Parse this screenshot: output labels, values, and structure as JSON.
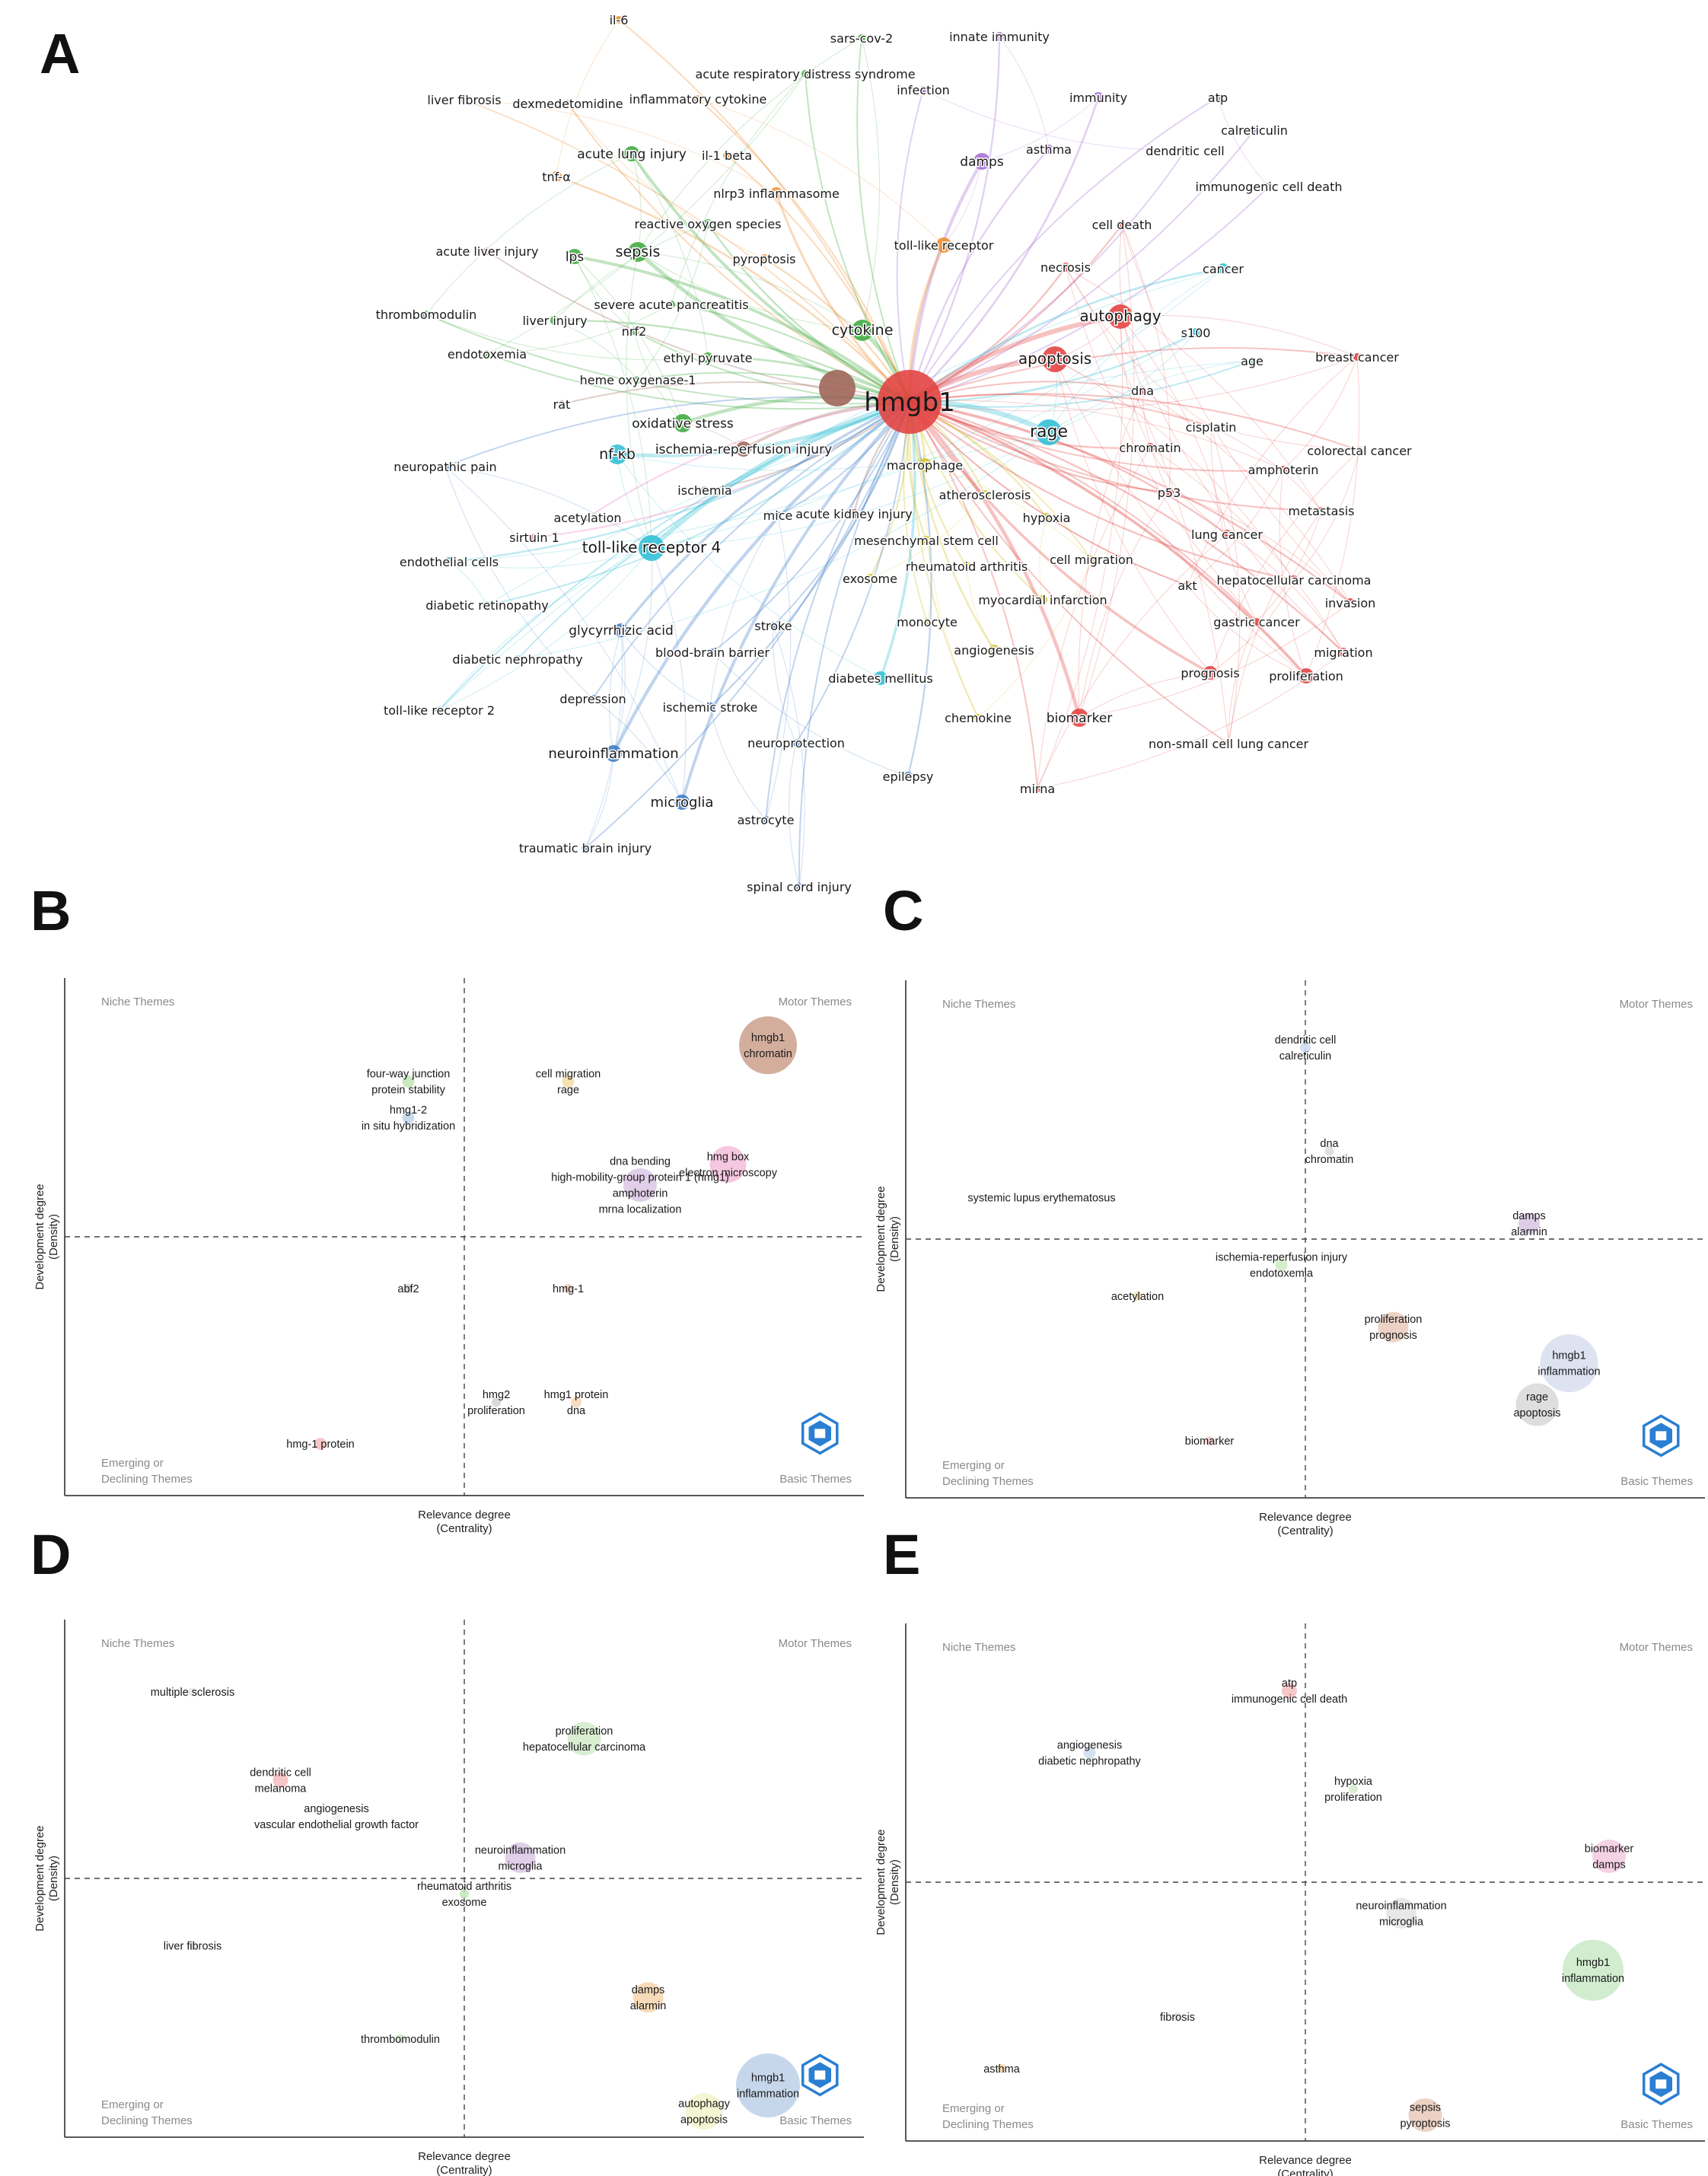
{
  "panel_labels": {
    "a": "A",
    "b": "B",
    "c": "C",
    "d": "D",
    "e": "E"
  },
  "network": {
    "hub": "hmgb1",
    "clusters": {
      "red": "#e2413f",
      "green": "#3daa3f",
      "orange": "#ef8b2e",
      "purple": "#a66dd4",
      "cyan": "#2fbfd5",
      "blue": "#3b7ac6",
      "yellow": "#d4c42a",
      "brown": "#a0665a",
      "pink": "#e86fbf"
    },
    "nodes": [
      {
        "id": "hmgb1",
        "label": "hmgb1",
        "c": "red",
        "size": 42
      },
      {
        "id": "il6",
        "label": "il-6",
        "c": "orange",
        "size": 5
      },
      {
        "id": "sarscov2",
        "label": "sars-cov-2",
        "c": "green",
        "size": 5
      },
      {
        "id": "innate",
        "label": "innate immunity",
        "c": "purple",
        "size": 6
      },
      {
        "id": "ards",
        "label": "acute respiratory distress syndrome",
        "c": "green",
        "size": 5
      },
      {
        "id": "liverfib",
        "label": "liver fibrosis",
        "c": "orange",
        "size": 4
      },
      {
        "id": "dexmed",
        "label": "dexmedetomidine",
        "c": "orange",
        "size": 5
      },
      {
        "id": "inflcyto",
        "label": "inflammatory cytokine",
        "c": "orange",
        "size": 5
      },
      {
        "id": "infection",
        "label": "infection",
        "c": "purple",
        "size": 5
      },
      {
        "id": "immunity",
        "label": "immunity",
        "c": "purple",
        "size": 7
      },
      {
        "id": "atp",
        "label": "atp",
        "c": "purple",
        "size": 5
      },
      {
        "id": "calret",
        "label": "calreticulin",
        "c": "purple",
        "size": 5
      },
      {
        "id": "ali",
        "label": "acute lung injury",
        "c": "green",
        "size": 10
      },
      {
        "id": "il1b",
        "label": "il-1 beta",
        "c": "orange",
        "size": 5
      },
      {
        "id": "asthma",
        "label": "asthma",
        "c": "purple",
        "size": 6
      },
      {
        "id": "dc",
        "label": "dendritic cell",
        "c": "purple",
        "size": 5
      },
      {
        "id": "damps",
        "label": "damps",
        "c": "purple",
        "size": 11
      },
      {
        "id": "tnfa",
        "label": "tnf-α",
        "c": "orange",
        "size": 7
      },
      {
        "id": "nlrp3",
        "label": "nlrp3 inflammasome",
        "c": "orange",
        "size": 8
      },
      {
        "id": "icd",
        "label": "immunogenic cell death",
        "c": "purple",
        "size": 5
      },
      {
        "id": "ros",
        "label": "reactive oxygen species",
        "c": "green",
        "size": 6
      },
      {
        "id": "celldeath",
        "label": "cell death",
        "c": "red",
        "size": 5
      },
      {
        "id": "acuteliver",
        "label": "acute liver injury",
        "c": "brown",
        "size": 5
      },
      {
        "id": "lps",
        "label": "lps",
        "c": "green",
        "size": 10
      },
      {
        "id": "sepsis",
        "label": "sepsis",
        "c": "green",
        "size": 13
      },
      {
        "id": "pyroptosis",
        "label": "pyroptosis",
        "c": "orange",
        "size": 6
      },
      {
        "id": "tlr",
        "label": "toll-like receptor",
        "c": "orange",
        "size": 10
      },
      {
        "id": "necrosis",
        "label": "necrosis",
        "c": "red",
        "size": 6
      },
      {
        "id": "cancer",
        "label": "cancer",
        "c": "cyan",
        "size": 7
      },
      {
        "id": "sap",
        "label": "severe acute pancreatitis",
        "c": "green",
        "size": 5
      },
      {
        "id": "thrombomod",
        "label": "thrombomodulin",
        "c": "green",
        "size": 5
      },
      {
        "id": "liverinj",
        "label": "liver injury",
        "c": "green",
        "size": 6
      },
      {
        "id": "nrf2",
        "label": "nrf2",
        "c": "green",
        "size": 5
      },
      {
        "id": "cytokine",
        "label": "cytokine",
        "c": "green",
        "size": 14
      },
      {
        "id": "autophagy",
        "label": "autophagy",
        "c": "red",
        "size": 16
      },
      {
        "id": "s100",
        "label": "s100",
        "c": "cyan",
        "size": 6
      },
      {
        "id": "endotox",
        "label": "endotoxemia",
        "c": "green",
        "size": 5
      },
      {
        "id": "ethylpyr",
        "label": "ethyl pyruvate",
        "c": "green",
        "size": 7
      },
      {
        "id": "apoptosis",
        "label": "apoptosis",
        "c": "red",
        "size": 17
      },
      {
        "id": "age",
        "label": "age",
        "c": "cyan",
        "size": 5
      },
      {
        "id": "breastca",
        "label": "breast cancer",
        "c": "red",
        "size": 5
      },
      {
        "id": "ho1",
        "label": "heme oxygenase-1",
        "c": "green",
        "size": 5
      },
      {
        "id": "dna",
        "label": "dna",
        "c": "red",
        "size": 5
      },
      {
        "id": "rat",
        "label": "rat",
        "c": "brown",
        "size": 5
      },
      {
        "id": "cisplatin",
        "label": "cisplatin",
        "c": "red",
        "size": 5
      },
      {
        "id": "oxstress",
        "label": "oxidative stress",
        "c": "green",
        "size": 12
      },
      {
        "id": "rage",
        "label": "rage",
        "c": "cyan",
        "size": 17
      },
      {
        "id": "chromatin",
        "label": "chromatin",
        "c": "red",
        "size": 6
      },
      {
        "id": "colorectal",
        "label": "colorectal cancer",
        "c": "red",
        "size": 5
      },
      {
        "id": "neuropain",
        "label": "neuropathic pain",
        "c": "blue",
        "size": 5
      },
      {
        "id": "nfkb",
        "label": "nf-κb",
        "c": "cyan",
        "size": 13
      },
      {
        "id": "iri",
        "label": "ischemia-reperfusion injury",
        "c": "brown",
        "size": 10
      },
      {
        "id": "macrophage",
        "label": "macrophage",
        "c": "yellow",
        "size": 9
      },
      {
        "id": "amphoterin",
        "label": "amphoterin",
        "c": "red",
        "size": 5
      },
      {
        "id": "ischemia",
        "label": "ischemia",
        "c": "brown",
        "size": 5
      },
      {
        "id": "p53",
        "label": "p53",
        "c": "red",
        "size": 6
      },
      {
        "id": "athero",
        "label": "atherosclerosis",
        "c": "yellow",
        "size": 6
      },
      {
        "id": "acetylation",
        "label": "acetylation",
        "c": "pink",
        "size": 5
      },
      {
        "id": "mice",
        "label": "mice",
        "c": "blue",
        "size": 5
      },
      {
        "id": "aki",
        "label": "acute kidney injury",
        "c": "brown",
        "size": 6
      },
      {
        "id": "hypoxia",
        "label": "hypoxia",
        "c": "yellow",
        "size": 6
      },
      {
        "id": "metastasis",
        "label": "metastasis",
        "c": "red",
        "size": 5
      },
      {
        "id": "sirtuin1",
        "label": "sirtuin 1",
        "c": "pink",
        "size": 5
      },
      {
        "id": "msc",
        "label": "mesenchymal stem cell",
        "c": "yellow",
        "size": 6
      },
      {
        "id": "lungca",
        "label": "lung cancer",
        "c": "red",
        "size": 6
      },
      {
        "id": "tlr4",
        "label": "toll-like receptor 4",
        "c": "cyan",
        "size": 17
      },
      {
        "id": "endocells",
        "label": "endothelial cells",
        "c": "cyan",
        "size": 6
      },
      {
        "id": "ra",
        "label": "rheumatoid arthritis",
        "c": "yellow",
        "size": 6
      },
      {
        "id": "cellmig",
        "label": "cell migration",
        "c": "yellow",
        "size": 5
      },
      {
        "id": "hcc",
        "label": "hepatocellular carcinoma",
        "c": "red",
        "size": 6
      },
      {
        "id": "exosome",
        "label": "exosome",
        "c": "yellow",
        "size": 6
      },
      {
        "id": "akt",
        "label": "akt",
        "c": "red",
        "size": 5
      },
      {
        "id": "diabret",
        "label": "diabetic retinopathy",
        "c": "cyan",
        "size": 5
      },
      {
        "id": "mi",
        "label": "myocardial infarction",
        "c": "yellow",
        "size": 6
      },
      {
        "id": "invasion",
        "label": "invasion",
        "c": "red",
        "size": 6
      },
      {
        "id": "glycyr",
        "label": "glycyrrhizic acid",
        "c": "blue",
        "size": 9
      },
      {
        "id": "stroke",
        "label": "stroke",
        "c": "blue",
        "size": 5
      },
      {
        "id": "monocyte",
        "label": "monocyte",
        "c": "yellow",
        "size": 5
      },
      {
        "id": "gastric",
        "label": "gastric cancer",
        "c": "red",
        "size": 5
      },
      {
        "id": "diabneph",
        "label": "diabetic nephropathy",
        "c": "cyan",
        "size": 5
      },
      {
        "id": "bbb",
        "label": "blood-brain barrier",
        "c": "blue",
        "size": 5
      },
      {
        "id": "angiogen",
        "label": "angiogenesis",
        "c": "yellow",
        "size": 7
      },
      {
        "id": "migration",
        "label": "migration",
        "c": "red",
        "size": 6
      },
      {
        "id": "prognosis",
        "label": "prognosis",
        "c": "red",
        "size": 9
      },
      {
        "id": "prolif",
        "label": "proliferation",
        "c": "red",
        "size": 10
      },
      {
        "id": "depression",
        "label": "depression",
        "c": "blue",
        "size": 5
      },
      {
        "id": "diabmel",
        "label": "diabetes mellitus",
        "c": "cyan",
        "size": 9
      },
      {
        "id": "tlr2",
        "label": "toll-like receptor 2",
        "c": "cyan",
        "size": 5
      },
      {
        "id": "ischstroke",
        "label": "ischemic stroke",
        "c": "blue",
        "size": 6
      },
      {
        "id": "chemokine",
        "label": "chemokine",
        "c": "yellow",
        "size": 5
      },
      {
        "id": "biomarker",
        "label": "biomarker",
        "c": "red",
        "size": 12
      },
      {
        "id": "neuroinfl",
        "label": "neuroinflammation",
        "c": "blue",
        "size": 11
      },
      {
        "id": "neuroprot",
        "label": "neuroprotection",
        "c": "blue",
        "size": 5
      },
      {
        "id": "nsclc",
        "label": "non-small cell lung cancer",
        "c": "red",
        "size": 5
      },
      {
        "id": "epilepsy",
        "label": "epilepsy",
        "c": "blue",
        "size": 6
      },
      {
        "id": "microglia",
        "label": "microglia",
        "c": "blue",
        "size": 10
      },
      {
        "id": "mirna",
        "label": "mirna",
        "c": "red",
        "size": 5
      },
      {
        "id": "astrocyte",
        "label": "astrocyte",
        "c": "blue",
        "size": 5
      },
      {
        "id": "tbi",
        "label": "traumatic brain injury",
        "c": "blue",
        "size": 5
      },
      {
        "id": "sci",
        "label": "spinal cord injury",
        "c": "blue",
        "size": 5
      }
    ]
  },
  "quadrant_labels": {
    "niche": "Niche Themes",
    "motor": "Motor Themes",
    "emerging_1": "Emerging or",
    "emerging_2": "Declining Themes",
    "basic": "Basic Themes",
    "xlabel_1": "Relevance degree",
    "xlabel_2": "(Centrality)",
    "ylabel_1": "Development degree",
    "ylabel_2": "(Density)"
  },
  "thematic_maps": [
    {
      "panel": "B",
      "themes": [
        {
          "l": [
            "hmgb1",
            "chromatin"
          ],
          "color": "#c99a84",
          "size": 38
        },
        {
          "l": [
            "four-way junction",
            "protein stability"
          ],
          "color": "#bde3b0",
          "size": 8
        },
        {
          "l": [
            "cell migration",
            "rage"
          ],
          "color": "#f3d9a0",
          "size": 8
        },
        {
          "l": [
            "hmg1-2",
            "in situ hybridization"
          ],
          "color": "#bcd3e8",
          "size": 8
        },
        {
          "l": [
            "hmg box",
            "electron microscopy"
          ],
          "color": "#f2b9d8",
          "size": 24
        },
        {
          "l": [
            "dna bending",
            "high-mobility-group protein 1 (hmg1)",
            "amphoterin",
            "mrna localization"
          ],
          "color": "#d9c3e3",
          "size": 22
        },
        {
          "l": [
            "abf2"
          ],
          "color": "#d0d0d0",
          "size": 6
        },
        {
          "l": [
            "hmg-1"
          ],
          "color": "#e8c3b5",
          "size": 6
        },
        {
          "l": [
            "hmg2",
            "proliferation"
          ],
          "color": "#d0d0d0",
          "size": 6
        },
        {
          "l": [
            "hmg1 protein",
            "dna"
          ],
          "color": "#f6d2b2",
          "size": 7
        },
        {
          "l": [
            "hmg-1 protein"
          ],
          "color": "#f5b8b8",
          "size": 8
        }
      ]
    },
    {
      "panel": "C",
      "themes": [
        {
          "l": [
            "dendritic cell",
            "calreticulin"
          ],
          "color": "#c9d9ee",
          "size": 7
        },
        {
          "l": [
            "dna",
            "chromatin"
          ],
          "color": "#d8d8d8",
          "size": 6
        },
        {
          "l": [
            "systemic lupus erythematosus"
          ],
          "color": "#eeeeee",
          "size": 6
        },
        {
          "l": [
            "damps",
            "alarmin"
          ],
          "color": "#d5c0e0",
          "size": 14
        },
        {
          "l": [
            "ischemia-reperfusion injury",
            "endotoxemia"
          ],
          "color": "#c9e8c1",
          "size": 8
        },
        {
          "l": [
            "acetylation"
          ],
          "color": "#f0e2b0",
          "size": 6
        },
        {
          "l": [
            "proliferation",
            "prognosis"
          ],
          "color": "#e7c7b7",
          "size": 20
        },
        {
          "l": [
            "hmgb1",
            "inflammation"
          ],
          "color": "#d5dcee",
          "size": 38
        },
        {
          "l": [
            "rage",
            "apoptosis"
          ],
          "color": "#d6d6d6",
          "size": 28
        },
        {
          "l": [
            "biomarker"
          ],
          "color": "#f5c8c8",
          "size": 6
        }
      ]
    },
    {
      "panel": "D",
      "themes": [
        {
          "l": [
            "multiple sclerosis"
          ],
          "color": "#e6e6e6",
          "size": 6
        },
        {
          "l": [
            "proliferation",
            "hepatocellular carcinoma"
          ],
          "color": "#cfe9c5",
          "size": 22
        },
        {
          "l": [
            "dendritic cell",
            "melanoma"
          ],
          "color": "#f5b8b8",
          "size": 10
        },
        {
          "l": [
            "angiogenesis",
            "vascular endothelial growth factor"
          ],
          "color": "#eeeeee",
          "size": 6
        },
        {
          "l": [
            "neuroinflammation",
            "microglia"
          ],
          "color": "#d9c3e3",
          "size": 20
        },
        {
          "l": [
            "rheumatoid arthritis",
            "exosome"
          ],
          "color": "#bde3b0",
          "size": 6
        },
        {
          "l": [
            "liver fibrosis"
          ],
          "color": "#e6e6e6",
          "size": 6
        },
        {
          "l": [
            "damps",
            "alarmin"
          ],
          "color": "#f5d2a8",
          "size": 20
        },
        {
          "l": [
            "thrombomodulin"
          ],
          "color": "#c9e8c1",
          "size": 6
        },
        {
          "l": [
            "hmgb1",
            "inflammation"
          ],
          "color": "#b9cde6",
          "size": 42
        },
        {
          "l": [
            "autophagy",
            "apoptosis"
          ],
          "color": "#f0f2c8",
          "size": 24
        }
      ]
    },
    {
      "panel": "E",
      "themes": [
        {
          "l": [
            "atp",
            "immunogenic cell death"
          ],
          "color": "#f5b8b8",
          "size": 10
        },
        {
          "l": [
            "angiogenesis",
            "diabetic nephropathy"
          ],
          "color": "#c9d9ee",
          "size": 8
        },
        {
          "l": [
            "hypoxia",
            "proliferation"
          ],
          "color": "#cfe9c5",
          "size": 6
        },
        {
          "l": [
            "biomarker",
            "damps"
          ],
          "color": "#f2c6e0",
          "size": 22
        },
        {
          "l": [
            "neuroinflammation",
            "microglia"
          ],
          "color": "#e2e2e2",
          "size": 20
        },
        {
          "l": [
            "hmgb1",
            "inflammation"
          ],
          "color": "#c7e7c4",
          "size": 40
        },
        {
          "l": [
            "fibrosis"
          ],
          "color": "#e6e6e6",
          "size": 6
        },
        {
          "l": [
            "asthma"
          ],
          "color": "#f5d7a8",
          "size": 6
        },
        {
          "l": [
            "sepsis",
            "pyroptosis"
          ],
          "color": "#e7c7b7",
          "size": 22
        }
      ]
    }
  ]
}
